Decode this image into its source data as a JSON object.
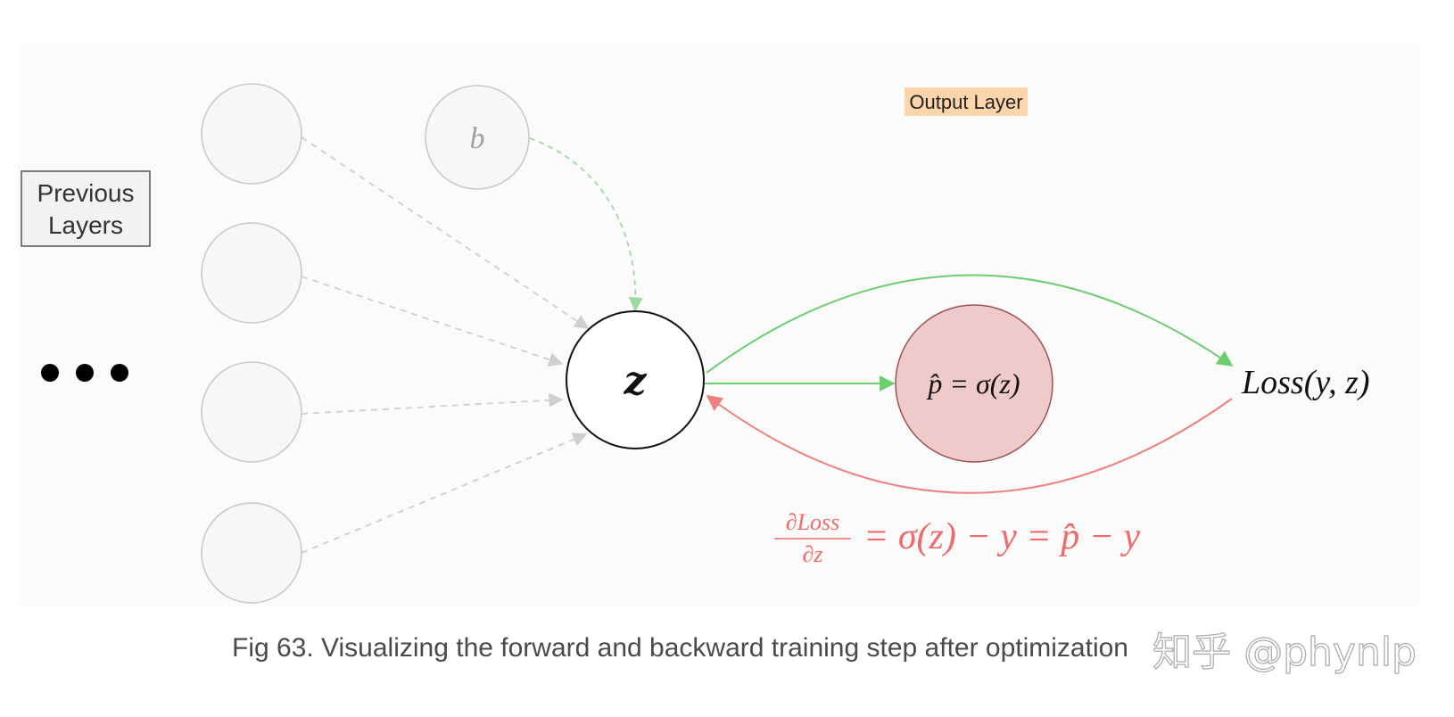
{
  "diagram": {
    "previous_layers_label": "Previous\nLayers",
    "ellipsis": "• • •",
    "bias_label": "b",
    "z_label": "z",
    "output_layer_label": "Output Layer",
    "p_hat_formula": "p̂ = σ(z)",
    "loss_label": "Loss(y, z)",
    "gradient_numerator": "∂Loss",
    "gradient_denominator": "∂z",
    "gradient_rhs": "= σ(z) − y = p̂ − y"
  },
  "caption": "Fig 63. Visualizing the forward and backward training step after optimization",
  "watermark": "知乎 @phynlp",
  "colors": {
    "forward": "#6ccf6d",
    "backward": "#ee8080",
    "output_layer_highlight": "#fcd5ab",
    "p_hat_node_fill": "#eecaca",
    "p_hat_node_stroke": "#a05050"
  }
}
